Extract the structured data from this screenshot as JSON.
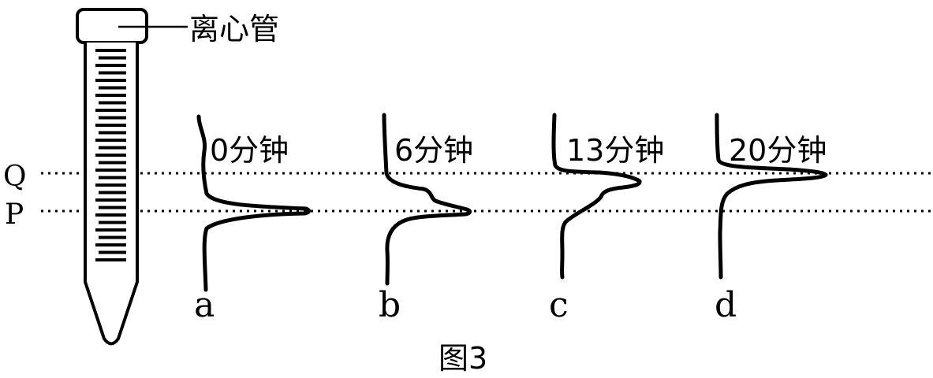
{
  "tube_label": "离心管",
  "line_labels": {
    "q": "Q",
    "p": "P"
  },
  "curves": [
    {
      "letter": "a",
      "time": "0分钟"
    },
    {
      "letter": "b",
      "time": "6分钟"
    },
    {
      "letter": "c",
      "time": "13分钟"
    },
    {
      "letter": "d",
      "time": "20分钟"
    }
  ],
  "caption": "图3"
}
